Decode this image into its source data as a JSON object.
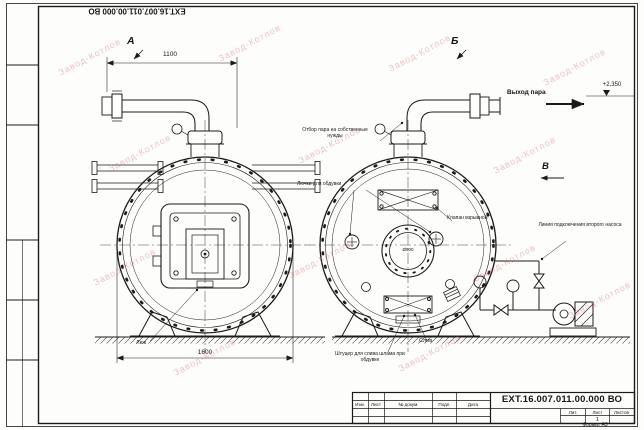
{
  "sheet": {
    "doc_number": "ЕХТ.16.007.011.00.000 ВО",
    "format_label": "Формат А3"
  },
  "colors": {
    "line": "#1a1a1a",
    "watermark": "#d66e6e",
    "paper": "#fdfdfc"
  },
  "watermark": {
    "text": "Завод-Котлов"
  },
  "views": {
    "a": "А",
    "b": "Б",
    "v": "В"
  },
  "dimensions": {
    "width_top": "1100",
    "width_bottom": "1600",
    "level_mark": "+2,350"
  },
  "annotations": {
    "steam_outlet": "Выход пара",
    "steam_own_needs": "Отбор пара на собственные нужды",
    "blow_hatches": "Лючки для обдувки",
    "explosion_valve": "Клапан взрывной",
    "second_pump_line": "Линия подключения второго насоса",
    "sludge_drain": "Штуцер для слива шлама при обдувке",
    "drain": "Слив",
    "manhole": "Люк",
    "manhole_diameter": "Ø500"
  },
  "title_block": {
    "doc_number": "ЕХТ.16.007.011.00.000 ВО",
    "col_izm": "Изм.",
    "col_list": "Лист",
    "col_doc": "№ докум.",
    "col_sign": "Подп.",
    "col_date": "Дата",
    "lit_label": "Лит.",
    "list_label": "Лист",
    "listov_label": "Листов",
    "list_value": "1"
  }
}
